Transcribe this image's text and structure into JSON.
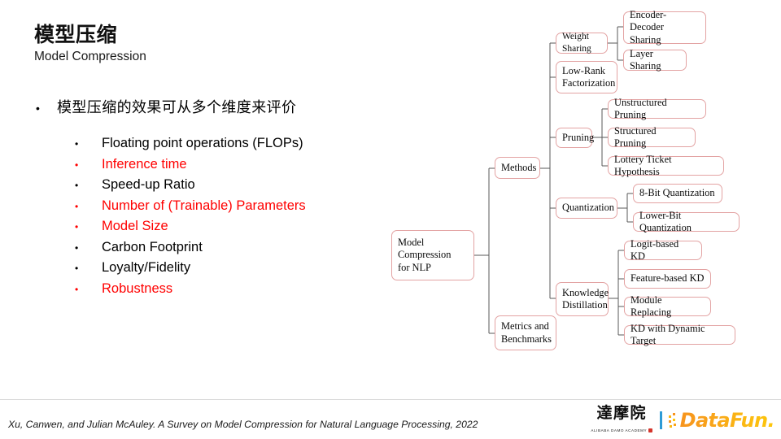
{
  "slide": {
    "title_cn": "模型压缩",
    "title_en": "Model Compression"
  },
  "bullets": {
    "level1": "模型压缩的效果可从多个维度来评价",
    "bullet_glyph": "•",
    "items": [
      {
        "label": "Floating point operations (FLOPs)",
        "color": "#000000"
      },
      {
        "label": "Inference time",
        "color": "#FF0000"
      },
      {
        "label": "Speed-up Ratio",
        "color": "#000000"
      },
      {
        "label": "Number of (Trainable) Parameters",
        "color": "#FF0000"
      },
      {
        "label": "Model Size",
        "color": "#FF0000"
      },
      {
        "label": "Carbon Footprint",
        "color": "#000000"
      },
      {
        "label": "Loyalty/Fidelity",
        "color": "#000000"
      },
      {
        "label": "Robustness",
        "color": "#FF0000"
      }
    ]
  },
  "diagram": {
    "root": "Model\nCompression\nfor NLP",
    "branch_methods": "Methods",
    "branch_metrics": "Metrics and\nBenchmarks",
    "methods_children": {
      "weight_sharing": "Weight Sharing",
      "low_rank": "Low-Rank\nFactorization",
      "pruning": "Pruning",
      "quantization": "Quantization",
      "knowledge_distillation": "Knowledge\nDistillation"
    },
    "weight_sharing_children": {
      "encoder_decoder_sharing": "Encoder-Decoder\nSharing",
      "layer_sharing": "Layer Sharing"
    },
    "pruning_children": {
      "unstructured": "Unstructured Pruning",
      "structured": "Structured Pruning",
      "lottery": "Lottery Ticket Hypothesis"
    },
    "quantization_children": {
      "eight_bit": "8-Bit Quantization",
      "lower_bit": "Lower-Bit Quantization"
    },
    "kd_children": {
      "logit": "Logit-based KD",
      "feature": "Feature-based KD",
      "module": "Module Replacing",
      "dynamic": "KD with Dynamic Target"
    },
    "box_border_color": "#E3A3A3",
    "connector_color": "#595959"
  },
  "footer": {
    "citation": "Xu, Canwen, and Julian McAuley. A Survey on Model Compression for Natural Language Processing, 2022",
    "damo_cn": "達摩院",
    "damo_en": "ALIBABA DAMO ACADEMY",
    "datafun": "DataFun.",
    "datafun_color": "#F7941D",
    "divider_color": "#2E9BD6"
  }
}
